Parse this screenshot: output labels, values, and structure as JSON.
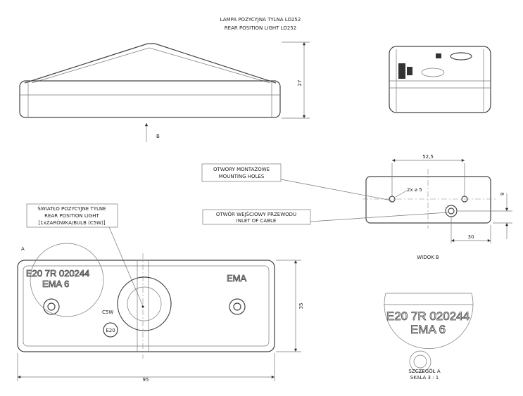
{
  "title": "LAMPA POZYCYJNA TYLNA LO252",
  "subtitle": "REAR POSITION LIGHT LO252",
  "view_arrow_label": "B",
  "dimensions": {
    "height": "27",
    "hole_spacing": "52,5",
    "hole_diameter": "2x ⌀ 5",
    "inlet_offset_v": "9",
    "inlet_offset_h": "30",
    "width": "35",
    "length": "95"
  },
  "callouts": {
    "mounting_holes": [
      "OTWORY MONTAŻOWE",
      "MOUNTING HOLES"
    ],
    "inlet": [
      "OTWÓR WEJŚCIOWY PRZEWODU",
      "INLET OF CABLE"
    ],
    "light": [
      "ŚWIATŁO POZYCYJNE TYLNE",
      "REAR POSITION LIGHT",
      "[1xŻARÓWKA/BULB (C5W)]"
    ]
  },
  "view_b_label": "WIDOK B",
  "detail_marker": "A",
  "markings": {
    "approval": "E20 7R 020244",
    "maker": "EMA 6",
    "brand": "EMA",
    "bulb": "C5W",
    "e_mark": "E20"
  },
  "detail": {
    "title": "SZCZEGÓŁ A",
    "scale": "SKALA 3 : 1"
  }
}
